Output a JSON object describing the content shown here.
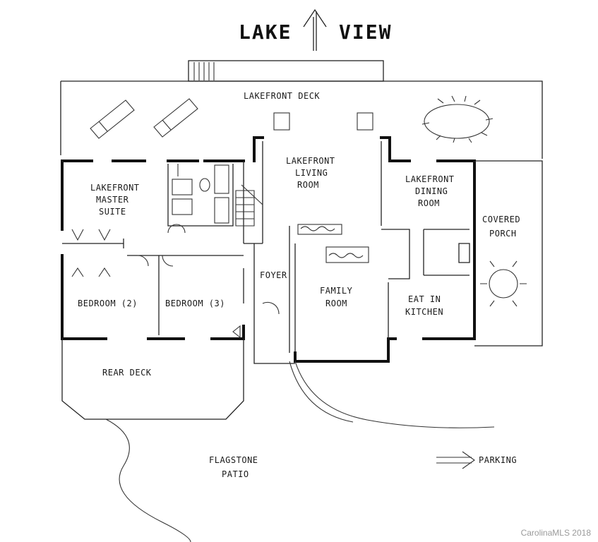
{
  "title": {
    "left": "LAKE",
    "right": "VIEW"
  },
  "rooms": {
    "lakefront_deck": "LAKEFRONT DECK",
    "master_1": "LAKEFRONT",
    "master_2": "MASTER",
    "master_3": "SUITE",
    "living_1": "LAKEFRONT",
    "living_2": "LIVING",
    "living_3": "ROOM",
    "dining_1": "LAKEFRONT",
    "dining_2": "DINING",
    "dining_3": "ROOM",
    "porch_1": "COVERED",
    "porch_2": "PORCH",
    "foyer": "FOYER",
    "bedroom2": "BEDROOM (2)",
    "bedroom3": "BEDROOM (3)",
    "family_1": "FAMILY",
    "family_2": "ROOM",
    "kitchen_1": "EAT IN",
    "kitchen_2": "KITCHEN",
    "rear_deck": "REAR DECK",
    "patio_1": "FLAGSTONE",
    "patio_2": "PATIO",
    "parking": "PARKING"
  },
  "watermark": "CarolinaMLS 2018"
}
